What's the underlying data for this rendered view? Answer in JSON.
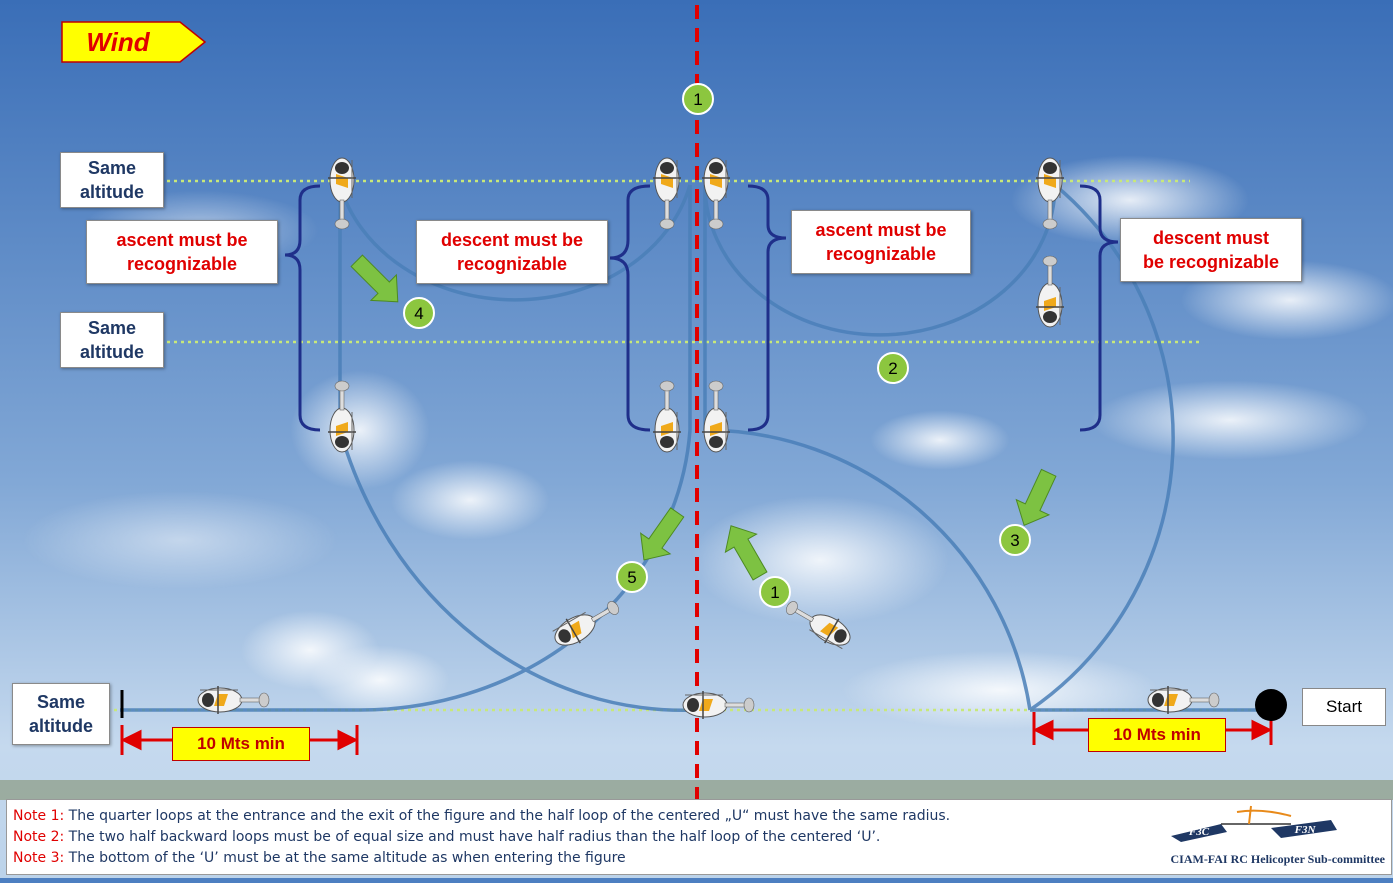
{
  "wind_label": "Wind",
  "labels": {
    "same_altitude_top": "Same\naltitude",
    "same_altitude_mid": "Same\naltitude",
    "same_altitude_bottom": "Same\naltitude",
    "ascent_left": "ascent must be\nrecognizable",
    "descent_center": "descent must be\nrecognizable",
    "ascent_center": "ascent must be\nrecognizable",
    "descent_right": "descent must\nbe recognizable",
    "start": "Start",
    "dist_left": "10 Mts min",
    "dist_right": "10 Mts min"
  },
  "markers": [
    "1",
    "2",
    "3",
    "4",
    "5",
    "1"
  ],
  "notes": [
    {
      "key": "Note 1:",
      "text": " The quarter loops at the entrance and the exit of the figure and the half loop of the centered „U“ must have the same radius."
    },
    {
      "key": "Note 2:",
      "text": " The two half backward loops must be of equal size and must have half radius than the half loop of the centered ‘U’."
    },
    {
      "key": "Note 3:",
      "text": " The bottom of the ‘U’ must be at the same altitude as when entering the figure"
    }
  ],
  "logo": {
    "left_text": "F3C",
    "right_text": "F3N",
    "caption": "CIAM-FAI RC Helicopter Sub-committee"
  },
  "colors": {
    "sky_top": "#3f72b8",
    "sky_bottom": "#cfe0f0",
    "path": "#4a7fb8",
    "arrow": "#7dc242",
    "marker": "#8cc63f",
    "red": "#e00000",
    "bracket": "#1f2f8a"
  }
}
